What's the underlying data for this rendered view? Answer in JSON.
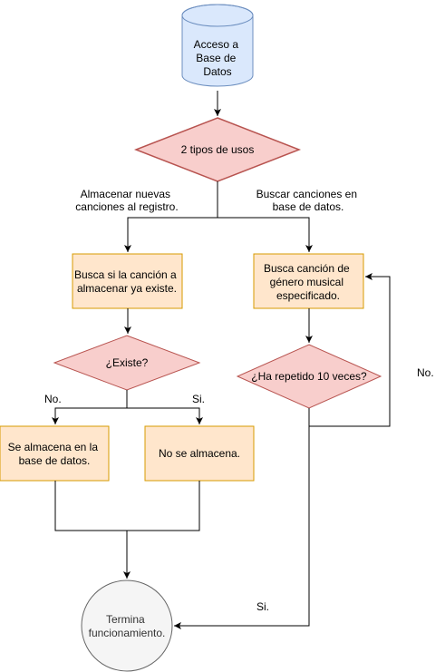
{
  "diagram": {
    "database": {
      "lines": [
        "Acceso a",
        "Base de",
        "Datos"
      ]
    },
    "decision_usos": {
      "lines": [
        "2 tipos de usos"
      ]
    },
    "branch_left_label": {
      "lines": [
        "Almacenar nuevas",
        "canciones al registro."
      ]
    },
    "branch_right_label": {
      "lines": [
        "Buscar canciones en",
        "base de datos."
      ]
    },
    "process_busca_cancion": {
      "lines": [
        "Busca si la canción a",
        "almacenar ya existe."
      ]
    },
    "process_busca_genero": {
      "lines": [
        "Busca canción de",
        "género musical",
        "especificado."
      ]
    },
    "decision_existe": {
      "lines": [
        "¿Existe?"
      ]
    },
    "decision_repetido": {
      "lines": [
        "¿Ha repetido 10 veces?"
      ]
    },
    "label_no_existe": "No.",
    "label_si_existe": "Si.",
    "label_no_repetido": "No.",
    "label_si_repetido": "Si.",
    "process_almacena": {
      "lines": [
        "Se almacena en la",
        "base de datos."
      ]
    },
    "process_no_almacena": {
      "lines": [
        "No se almacena."
      ]
    },
    "terminal": {
      "lines": [
        "Termina",
        "funcionamiento."
      ]
    },
    "colors": {
      "database_fill": "#dae8fc",
      "database_stroke": "#6c8ebf",
      "decision_fill": "#f8cecc",
      "decision_stroke": "#b85450",
      "process_fill": "#ffe6cc",
      "process_stroke": "#d79b00",
      "terminal_fill": "#f5f5f5",
      "terminal_stroke": "#666666",
      "line": "#000000"
    }
  }
}
